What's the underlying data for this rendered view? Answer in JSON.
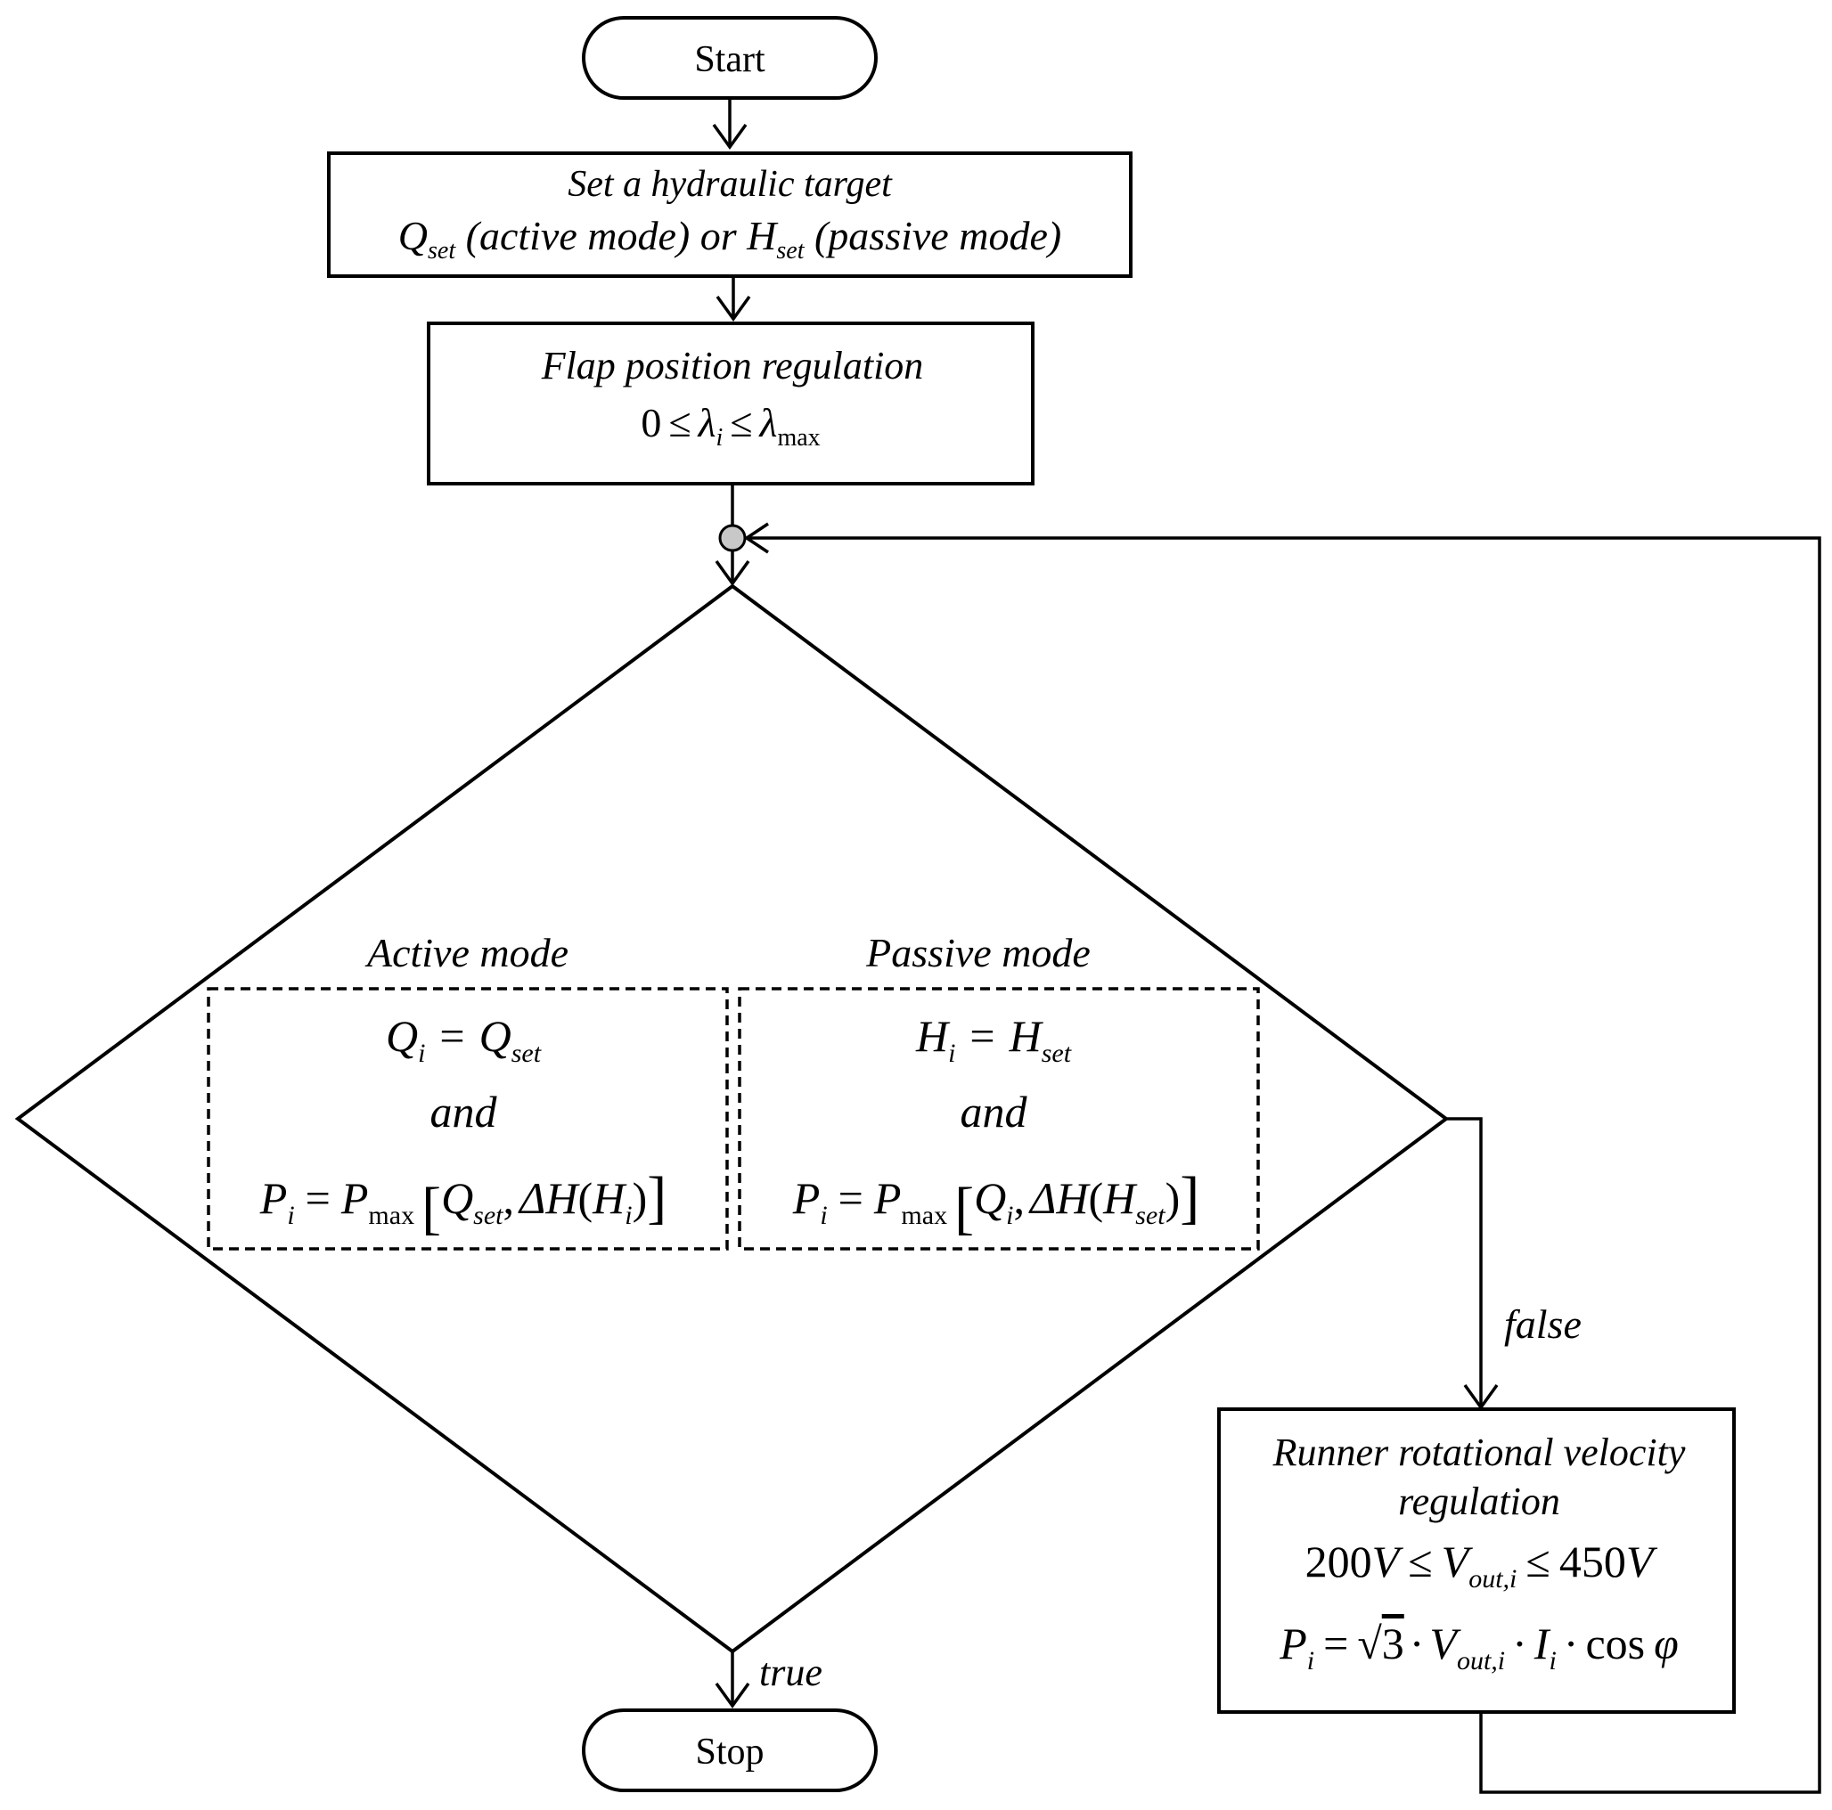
{
  "nodes": {
    "start": "Start",
    "stop": "Stop",
    "target": {
      "line1": "Set a hydraulic target",
      "q": "Q",
      "q_sub": "set",
      "mid": " (active mode) or ",
      "h": "H",
      "h_sub": "set",
      "end": " (passive mode)"
    },
    "flap": {
      "title": "Flap position regulation",
      "f_zero": "0",
      "f_le1": "≤",
      "f_lam": "λ",
      "f_lam_sub": "i",
      "f_le2": "≤",
      "f_lam2": "λ",
      "f_max": "max"
    },
    "active": {
      "label": "Active mode",
      "q": "Q",
      "q_sub": "i",
      "eq": "=",
      "q2": "Q",
      "q2_sub": "set",
      "and": "and",
      "p": "P",
      "p_sub": "i",
      "eq2": "=",
      "p2": "P",
      "p2_sub": "max",
      "lb": "[",
      "qs": "Q",
      "qs_sub": "set",
      "comma": ",",
      "dh": "ΔH",
      "lp": "(",
      "hi": "H",
      "hi_sub": "i",
      "rp": ")",
      "rb": "]"
    },
    "passive": {
      "label": "Passive mode",
      "h": "H",
      "h_sub": "i",
      "eq": "=",
      "h2": "H",
      "h2_sub": "set",
      "and": "and",
      "p": "P",
      "p_sub": "i",
      "eq2": "=",
      "p2": "P",
      "p2_sub": "max",
      "lb": "[",
      "qi": "Q",
      "qi_sub": "i",
      "comma": ",",
      "dh": "ΔH",
      "lp": "(",
      "hs": "H",
      "hs_sub": "set",
      "rp": ")",
      "rb": "]"
    },
    "runner": {
      "line1": "Runner rotational velocity",
      "line2": "regulation",
      "v_low": "200",
      "v_unit1": "V",
      "le1": "≤",
      "v": "V",
      "v_sub": "out,i",
      "le2": "≤",
      "v_high": "450",
      "v_unit2": "V",
      "p": "P",
      "p_sub": "i",
      "eq": "=",
      "sqrt": "√",
      "three": "3",
      "dot1": "·",
      "v2": "V",
      "v2_sub": "out,i",
      "dot2": "·",
      "i": "I",
      "i_sub": "i",
      "dot3": "·",
      "cos": "cos",
      "phi": "φ"
    }
  },
  "edges": {
    "true_label": "true",
    "false_label": "false"
  }
}
